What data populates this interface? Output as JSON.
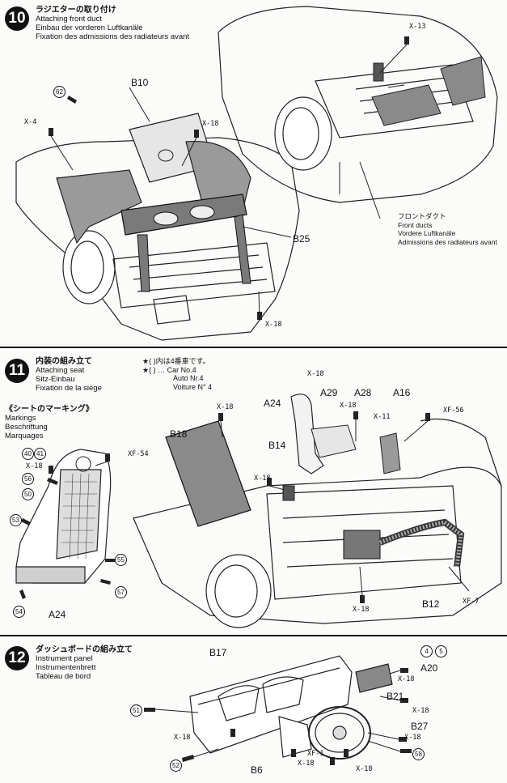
{
  "steps": [
    {
      "number": "10",
      "title_jp": "ラジエターの取り付け",
      "title_en": "Attaching front duct",
      "title_de": "Einbau der vorderen Luftkanäle",
      "title_fr": "Fixation des admissions des radiateurs avant",
      "labels": {
        "b10": "B10",
        "b25": "B25",
        "x4": "X-4",
        "x18_a": "X-18",
        "x18_b": "X-18",
        "x13": "X-13",
        "n62": "62"
      },
      "callout": {
        "jp": "フロントダクト",
        "en": "Front ducts",
        "de": "Vordere Luftkanäle",
        "fr": "Admissions des radiateurs avant"
      }
    },
    {
      "number": "11",
      "title_jp": "内装の組み立て",
      "title_en": "Attaching seat",
      "title_de": "Sitz-Einbau",
      "title_fr": "Fixation de la siège",
      "note_line1": "★( )内は4番車です。",
      "note_line2": "★( ) … Car No.4",
      "note_line3": "Auto Nr.4",
      "note_line4": "Voiture N° 4",
      "markings": {
        "jp": "《シートのマーキング》",
        "en": "Markings",
        "de": "Beschriftung",
        "fr": "Marquages"
      },
      "labels": {
        "b18": "B18",
        "b14": "B14",
        "b12": "B12",
        "a24_top": "A24",
        "a29": "A29",
        "a28": "A28",
        "a16": "A16",
        "a24_seat": "A24",
        "x18_1": "X-18",
        "x18_2": "X-18",
        "x18_3": "X-18",
        "x18_4": "X-18",
        "x18_5": "X-18",
        "x18_6": "X-18",
        "x11": "X-11",
        "xf56": "XF-56",
        "xf54": "XF-54",
        "xf7": "XF-7",
        "n40": "40",
        "n41": "41",
        "n56": "56",
        "n50": "50",
        "n53": "53",
        "n55": "55",
        "n57": "57",
        "n54": "54"
      }
    },
    {
      "number": "12",
      "title_jp": "ダッシュボードの組み立て",
      "title_en": "Instrument panel",
      "title_de": "Instrumentenbrett",
      "title_fr": "Tableau de bord",
      "labels": {
        "b17": "B17",
        "b21": "B21",
        "b27": "B27",
        "b6": "B6",
        "a20": "A20",
        "n4": "4",
        "n5": "5",
        "n51": "51",
        "n52": "52",
        "n58": "58",
        "x18_1": "X-18",
        "x18_2": "X-18",
        "x18_3": "X-18",
        "x18_4": "X-18",
        "x18_5": "X-18",
        "x18_6": "X-18",
        "xf1": "XF-1"
      }
    }
  ]
}
